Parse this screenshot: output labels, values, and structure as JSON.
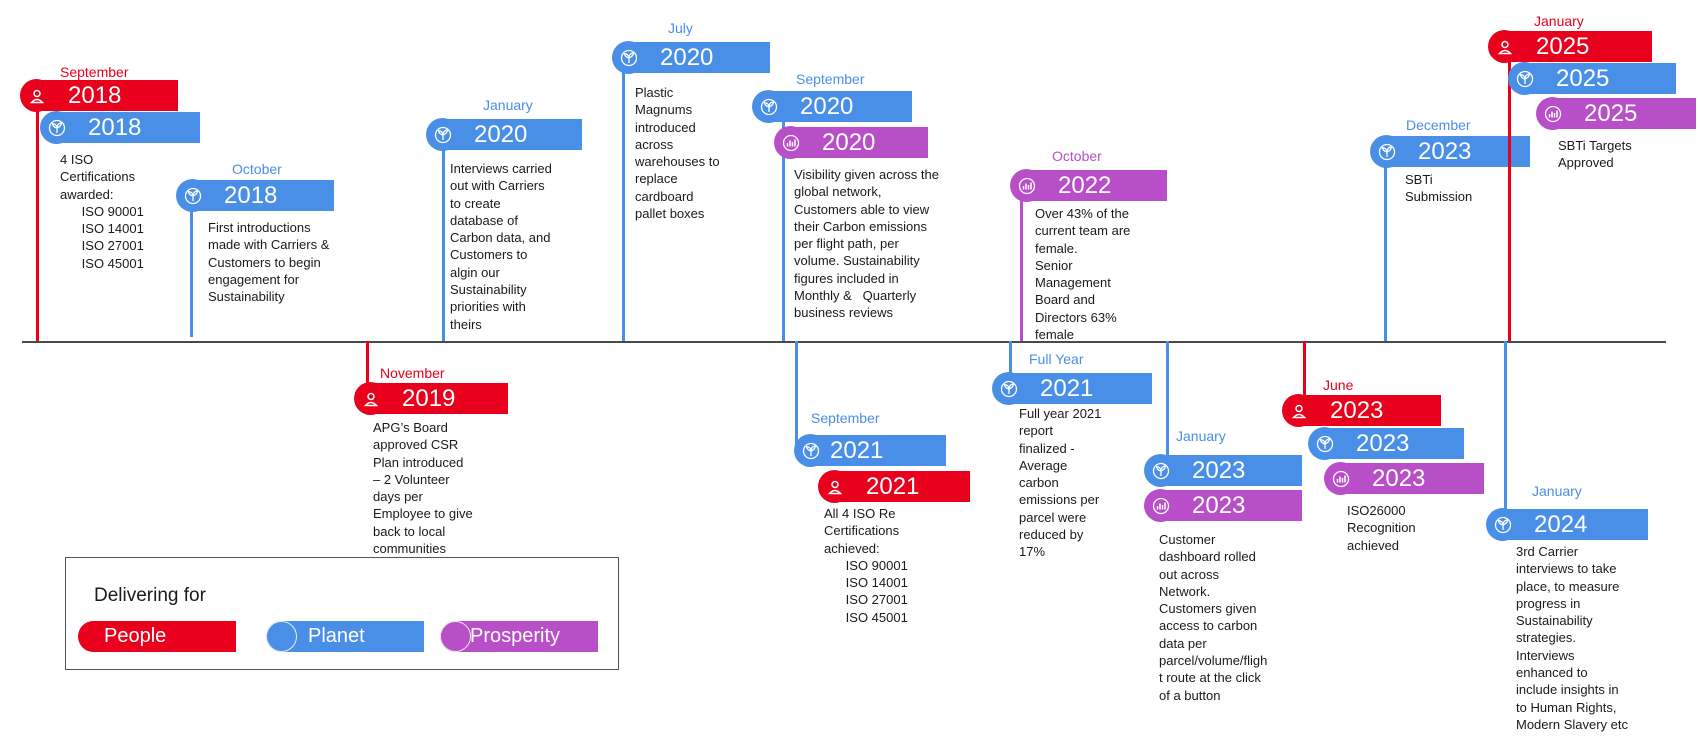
{
  "colors": {
    "people": "#e8001c",
    "planet": "#4a8fe7",
    "prosperity": "#b84fc9"
  },
  "events": [
    {
      "id": "2018-sep",
      "month": "September",
      "month_color": "people",
      "badges": [
        {
          "type": "people",
          "year": "2018"
        },
        {
          "type": "planet",
          "year": "2018"
        }
      ],
      "description": "4 ISO\nCertifications\nawarded:\n      ISO 90001\n      ISO 14001\n      ISO 27001\n      ISO 45001"
    },
    {
      "id": "2018-oct",
      "month": "October",
      "month_color": "planet",
      "badges": [
        {
          "type": "planet",
          "year": "2018"
        }
      ],
      "description": "First introductions\nmade with Carriers &\nCustomers to begin\nengagement for\nSustainability"
    },
    {
      "id": "2019-nov",
      "month": "November",
      "month_color": "people",
      "badges": [
        {
          "type": "people",
          "year": "2019"
        }
      ],
      "description": "APG’s Board\napproved CSR\nPlan introduced\n– 2 Volunteer\ndays per\nEmployee to give\nback to local\ncommunities"
    },
    {
      "id": "2020-jan",
      "month": "January",
      "month_color": "planet",
      "badges": [
        {
          "type": "planet",
          "year": "2020"
        }
      ],
      "description": "Interviews carried\nout with Carriers\nto create\ndatabase of\nCarbon data, and\nCustomers to\nalgin our\nSustainability\npriorities with\ntheirs"
    },
    {
      "id": "2020-jul",
      "month": "July",
      "month_color": "planet",
      "badges": [
        {
          "type": "planet",
          "year": "2020"
        }
      ],
      "description": "Plastic\nMagnums\nintroduced\nacross\nwarehouses to\nreplace\ncardboard\npallet boxes"
    },
    {
      "id": "2020-sep",
      "month": "September",
      "month_color": "planet",
      "badges": [
        {
          "type": "planet",
          "year": "2020"
        },
        {
          "type": "prosperity",
          "year": "2020"
        }
      ],
      "description": "Visibility given across the\nglobal network,\nCustomers able to view\ntheir Carbon emissions\nper flight path, per\nvolume. Sustainability\nfigures included in\nMonthly &   Quarterly\nbusiness reviews"
    },
    {
      "id": "2021-sep",
      "month": "September",
      "month_color": "planet",
      "badges": [
        {
          "type": "planet",
          "year": "2021"
        },
        {
          "type": "people",
          "year": "2021"
        }
      ],
      "description": "All 4 ISO Re\nCertifications\nachieved:\n      ISO 90001\n      ISO 14001\n      ISO 27001\n      ISO 45001"
    },
    {
      "id": "2021-full",
      "month": "Full Year",
      "month_color": "planet",
      "badges": [
        {
          "type": "planet",
          "year": "2021"
        }
      ],
      "description": "Full year 2021\nreport\nfinalized -\nAverage\ncarbon\nemissions per\nparcel were\nreduced by\n17%"
    },
    {
      "id": "2022-oct",
      "month": "October",
      "month_color": "prosperity",
      "badges": [
        {
          "type": "prosperity",
          "year": "2022"
        }
      ],
      "description": "Over 43% of the\ncurrent team are\nfemale.\nSenior\nManagement\nBoard and\nDirectors 63%\nfemale"
    },
    {
      "id": "2023-jan",
      "month": "January",
      "month_color": "planet",
      "badges": [
        {
          "type": "planet",
          "year": "2023"
        },
        {
          "type": "prosperity",
          "year": "2023"
        }
      ],
      "description": "Customer\ndashboard rolled\nout across\nNetwork.\nCustomers given\naccess to carbon\ndata per\nparcel/volume/fligh\nt route at the click\nof a button"
    },
    {
      "id": "2023-jun",
      "month": "June",
      "month_color": "people",
      "badges": [
        {
          "type": "people",
          "year": "2023"
        },
        {
          "type": "planet",
          "year": "2023"
        },
        {
          "type": "prosperity",
          "year": "2023"
        }
      ],
      "description": "ISO26000\nRecognition\nachieved"
    },
    {
      "id": "2023-dec",
      "month": "December",
      "month_color": "planet",
      "badges": [
        {
          "type": "planet",
          "year": "2023"
        }
      ],
      "description": "SBTi\nSubmission"
    },
    {
      "id": "2025-jan",
      "month": "January",
      "month_color": "people",
      "badges": [
        {
          "type": "people",
          "year": "2025"
        },
        {
          "type": "planet",
          "year": "2025"
        },
        {
          "type": "prosperity",
          "year": "2025"
        }
      ],
      "description": "SBTi Targets\nApproved"
    },
    {
      "id": "2024-jan",
      "month": "January",
      "month_color": "planet",
      "badges": [
        {
          "type": "planet",
          "year": "2024"
        }
      ],
      "description": "3rd Carrier\ninterviews to take\nplace, to measure\nprogress in\nSustainability\nstrategies.\nInterviews\nenhanced to\ninclude insights in\nto Human Rights,\nModern Slavery etc"
    }
  ],
  "legend": {
    "title": "Delivering for",
    "items": [
      {
        "type": "people",
        "label": "People"
      },
      {
        "type": "planet",
        "label": "Planet"
      },
      {
        "type": "prosperity",
        "label": "Prosperity"
      }
    ]
  }
}
